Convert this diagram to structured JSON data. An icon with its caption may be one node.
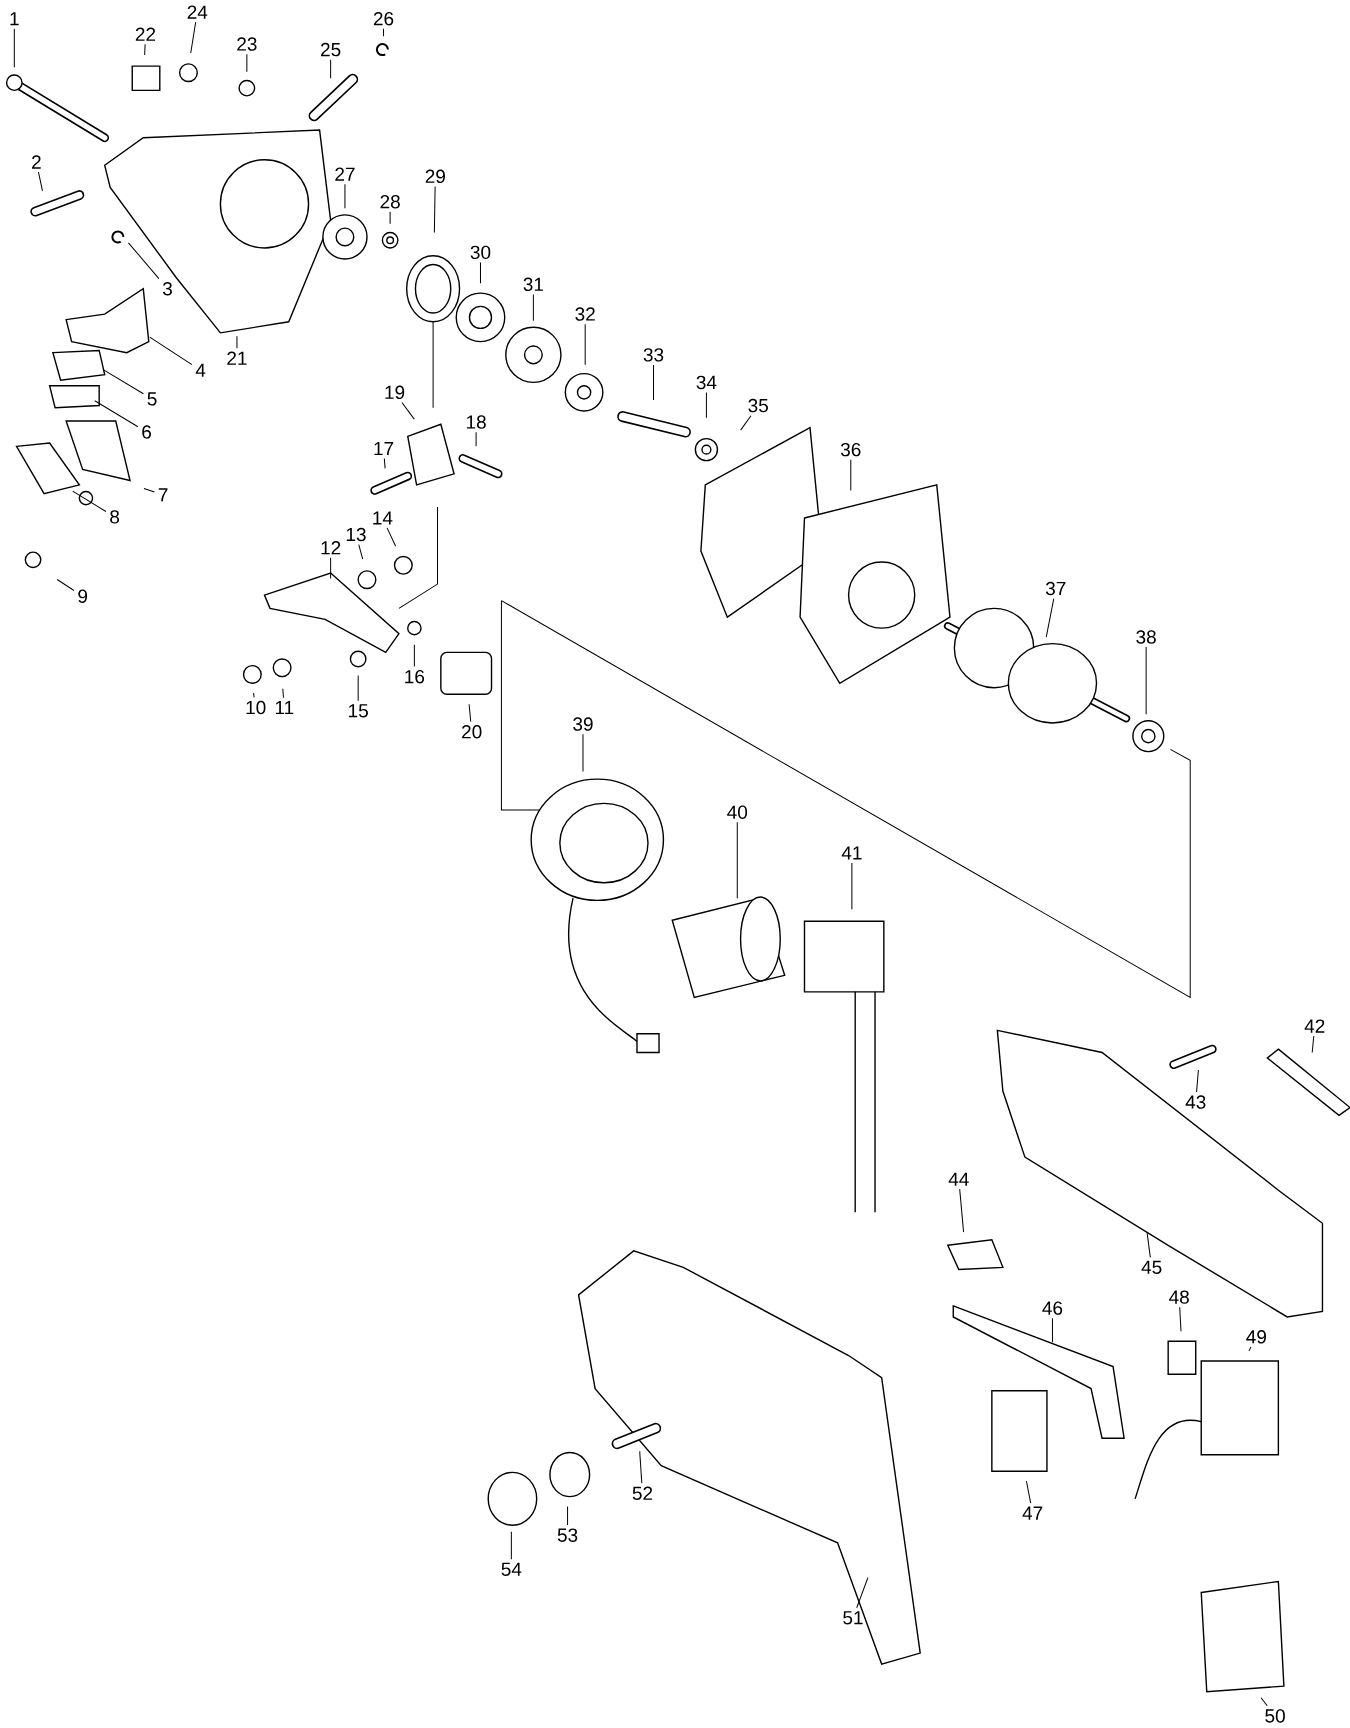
{
  "diagram": {
    "nodes": [
      {
        "text": [
          "1"
        ]
      },
      {
        "text": [
          "2"
        ]
      },
      {
        "text": [
          "3"
        ]
      },
      {
        "text": [
          "4"
        ]
      },
      {
        "text": [
          "5"
        ]
      },
      {
        "text": [
          "6"
        ]
      },
      {
        "text": [
          "7"
        ]
      },
      {
        "text": [
          "8"
        ]
      },
      {
        "text": [
          "9"
        ]
      },
      {
        "text": [
          "10"
        ]
      },
      {
        "text": [
          "11"
        ]
      },
      {
        "text": [
          "12"
        ]
      },
      {
        "text": [
          "13"
        ]
      },
      {
        "text": [
          "14"
        ]
      },
      {
        "text": [
          "15"
        ]
      },
      {
        "text": [
          "16"
        ]
      },
      {
        "text": [
          "17"
        ]
      },
      {
        "text": [
          "18"
        ]
      },
      {
        "text": [
          "19"
        ]
      },
      {
        "text": [
          "20"
        ]
      },
      {
        "text": [
          "21"
        ]
      },
      {
        "text": [
          "22"
        ]
      },
      {
        "text": [
          "23"
        ]
      },
      {
        "text": [
          "24"
        ]
      },
      {
        "text": [
          "25"
        ]
      },
      {
        "text": [
          "26"
        ]
      },
      {
        "text": [
          "27"
        ]
      },
      {
        "text": [
          "28"
        ]
      },
      {
        "text": [
          "29"
        ]
      },
      {
        "text": [
          "30"
        ]
      },
      {
        "text": [
          "31"
        ]
      },
      {
        "text": [
          "32"
        ]
      },
      {
        "text": [
          "33"
        ]
      },
      {
        "text": [
          "34"
        ]
      },
      {
        "text": [
          "35"
        ]
      },
      {
        "text": [
          "36"
        ]
      },
      {
        "text": [
          "37"
        ]
      },
      {
        "text": [
          "38"
        ]
      },
      {
        "text": [
          "39"
        ]
      },
      {
        "text": [
          "40"
        ]
      },
      {
        "text": [
          "41"
        ]
      },
      {
        "text": [
          "42"
        ]
      },
      {
        "text": [
          "43"
        ]
      },
      {
        "text": [
          "44"
        ]
      },
      {
        "text": [
          "45"
        ]
      },
      {
        "text": [
          "46"
        ]
      },
      {
        "text": [
          "47"
        ]
      },
      {
        "text": [
          "48"
        ]
      },
      {
        "text": [
          "49"
        ]
      },
      {
        "text": [
          "50"
        ]
      },
      {
        "text": [
          "51"
        ]
      },
      {
        "text": [
          "52"
        ]
      },
      {
        "text": [
          "53"
        ]
      },
      {
        "text": [
          "54"
        ]
      }
    ],
    "edges": [
      {
        "from": 0,
        "to": null,
        "arrow": "none"
      },
      {
        "from": 1,
        "to": null,
        "arrow": "none"
      },
      {
        "from": 2,
        "to": null,
        "arrow": "none"
      },
      {
        "from": 3,
        "to": null,
        "arrow": "none"
      },
      {
        "from": 4,
        "to": null,
        "arrow": "none"
      },
      {
        "from": 5,
        "to": null,
        "arrow": "none"
      },
      {
        "from": 6,
        "to": null,
        "arrow": "none"
      },
      {
        "from": 7,
        "to": null,
        "arrow": "none"
      },
      {
        "from": 8,
        "to": null,
        "arrow": "none"
      },
      {
        "from": 9,
        "to": null,
        "arrow": "none"
      },
      {
        "from": 10,
        "to": null,
        "arrow": "none"
      },
      {
        "from": 11,
        "to": null,
        "arrow": "none"
      },
      {
        "from": 12,
        "to": null,
        "arrow": "none"
      },
      {
        "from": 13,
        "to": null,
        "arrow": "none"
      },
      {
        "from": 14,
        "to": null,
        "arrow": "none"
      },
      {
        "from": 15,
        "to": null,
        "arrow": "none"
      },
      {
        "from": 16,
        "to": null,
        "arrow": "none"
      },
      {
        "from": 17,
        "to": null,
        "arrow": "none"
      },
      {
        "from": 18,
        "to": null,
        "arrow": "none"
      },
      {
        "from": 19,
        "to": null,
        "arrow": "none"
      },
      {
        "from": 20,
        "to": null,
        "arrow": "none"
      },
      {
        "from": 21,
        "to": null,
        "arrow": "none"
      },
      {
        "from": 22,
        "to": null,
        "arrow": "none"
      },
      {
        "from": 23,
        "to": null,
        "arrow": "none"
      },
      {
        "from": 24,
        "to": null,
        "arrow": "none"
      },
      {
        "from": 25,
        "to": null,
        "arrow": "none"
      },
      {
        "from": 26,
        "to": null,
        "arrow": "none"
      },
      {
        "from": 27,
        "to": null,
        "arrow": "none"
      },
      {
        "from": 28,
        "to": null,
        "arrow": "none"
      },
      {
        "from": 29,
        "to": null,
        "arrow": "none"
      },
      {
        "from": 30,
        "to": null,
        "arrow": "none"
      },
      {
        "from": 31,
        "to": null,
        "arrow": "none"
      },
      {
        "from": 32,
        "to": null,
        "arrow": "none"
      },
      {
        "from": 33,
        "to": null,
        "arrow": "none"
      },
      {
        "from": 34,
        "to": null,
        "arrow": "none"
      },
      {
        "from": 35,
        "to": null,
        "arrow": "none"
      },
      {
        "from": 36,
        "to": null,
        "arrow": "none"
      },
      {
        "from": 37,
        "to": null,
        "arrow": "none"
      },
      {
        "from": 38,
        "to": null,
        "arrow": "none"
      },
      {
        "from": 39,
        "to": null,
        "arrow": "none"
      },
      {
        "from": 40,
        "to": null,
        "arrow": "none"
      },
      {
        "from": 41,
        "to": null,
        "arrow": "none"
      },
      {
        "from": 42,
        "to": null,
        "arrow": "none"
      },
      {
        "from": 43,
        "to": null,
        "arrow": "none"
      },
      {
        "from": 44,
        "to": null,
        "arrow": "none"
      },
      {
        "from": 45,
        "to": null,
        "arrow": "none"
      },
      {
        "from": 46,
        "to": null,
        "arrow": "none"
      },
      {
        "from": 47,
        "to": null,
        "arrow": "none"
      },
      {
        "from": 48,
        "to": null,
        "arrow": "none"
      },
      {
        "from": 49,
        "to": null,
        "arrow": "none"
      },
      {
        "from": 50,
        "to": null,
        "arrow": "none"
      },
      {
        "from": 51,
        "to": null,
        "arrow": "none"
      },
      {
        "from": 52,
        "to": null,
        "arrow": "none"
      },
      {
        "from": 53,
        "to": null,
        "arrow": "none"
      }
    ]
  }
}
